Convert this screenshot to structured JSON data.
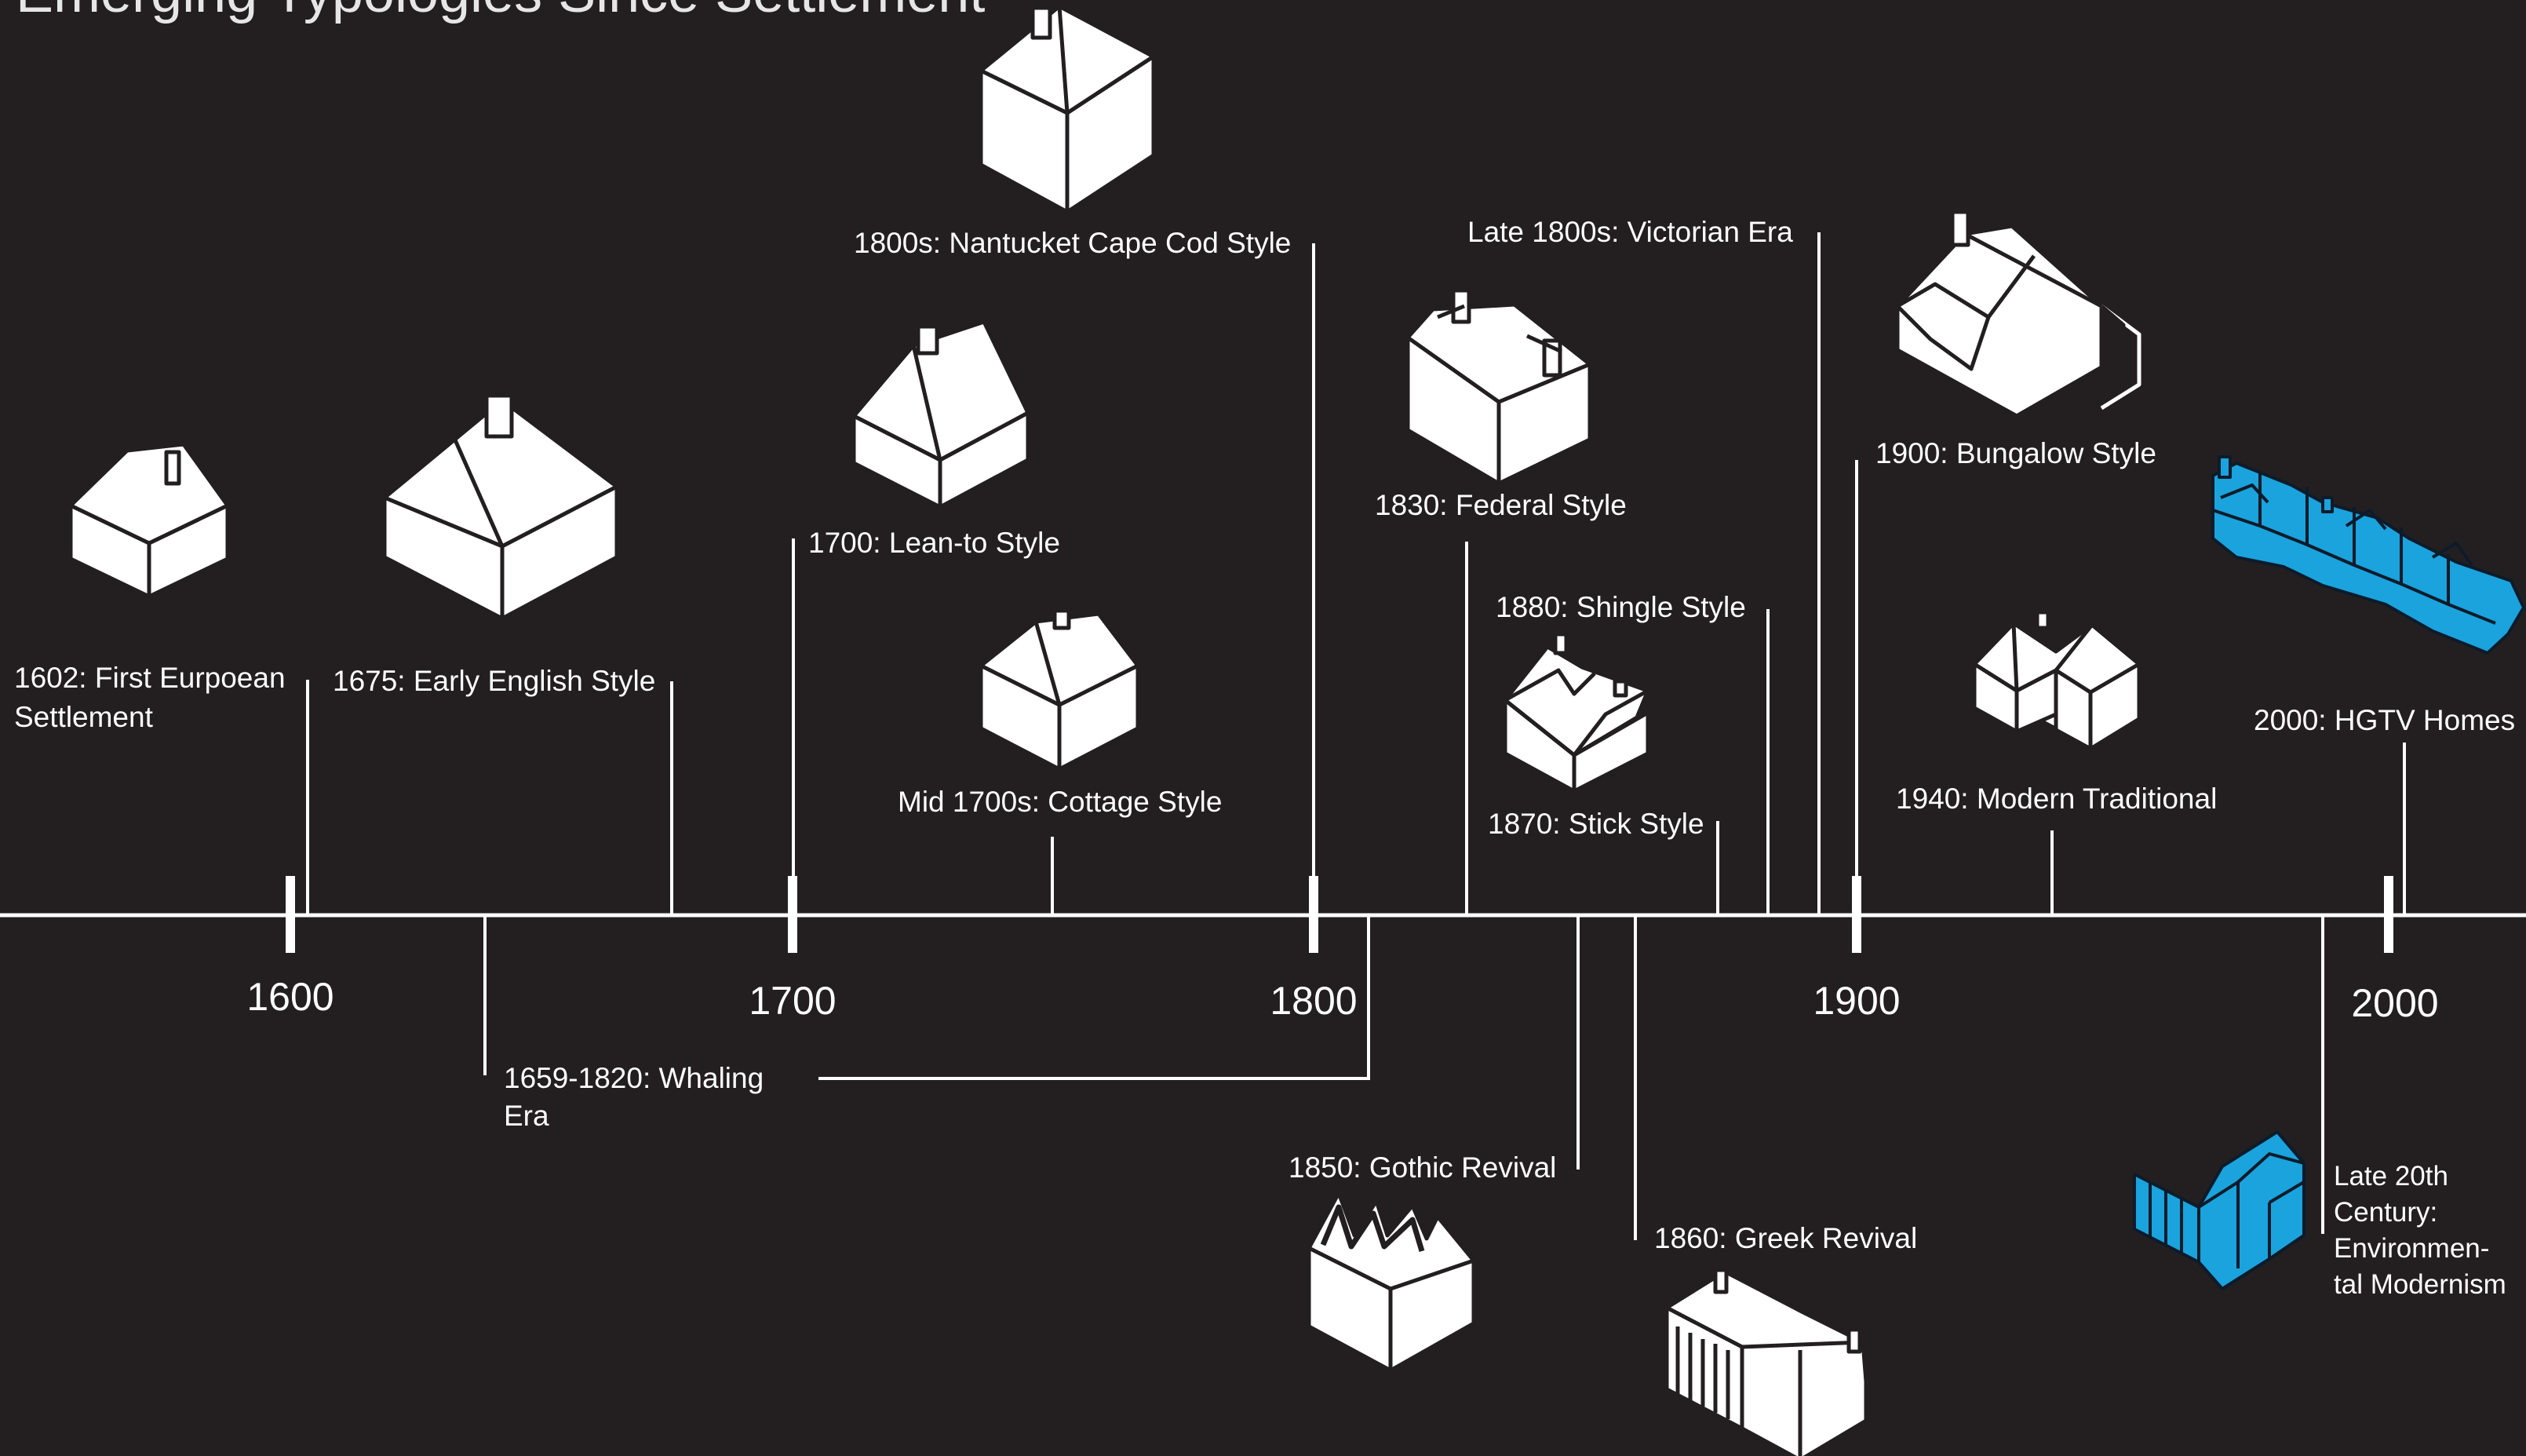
{
  "title": "Emerging Typologies Since Settlement",
  "colors": {
    "background": "#231f20",
    "line": "#ffffff",
    "house_fill": "#ffffff",
    "house_stroke": "#231f20",
    "highlight_fill": "#1aa3dd",
    "highlight_stroke": "#0d1b2a",
    "text": "#ffffff"
  },
  "axis": {
    "ticks": [
      "1600",
      "1700",
      "1800",
      "1900",
      "2000"
    ]
  },
  "events": [
    {
      "id": "first-settlement",
      "lines": [
        "1602: First Eurpoean",
        "Settlement"
      ],
      "highlight": false,
      "icon": "small-gable-house-icon"
    },
    {
      "id": "early-english",
      "lines": [
        "1675: Early English Style"
      ],
      "highlight": false,
      "icon": "large-gable-house-icon"
    },
    {
      "id": "lean-to",
      "lines": [
        "1700: Lean-to Style"
      ],
      "highlight": false,
      "icon": "lean-to-house-icon"
    },
    {
      "id": "cottage",
      "lines": [
        "Mid 1700s: Cottage Style"
      ],
      "highlight": false,
      "icon": "cottage-house-icon"
    },
    {
      "id": "cape-cod",
      "lines": [
        "1800s: Nantucket Cape Cod Style"
      ],
      "highlight": false,
      "icon": "cape-cod-house-icon"
    },
    {
      "id": "federal",
      "lines": [
        "1830: Federal Style"
      ],
      "highlight": false,
      "icon": "federal-house-icon"
    },
    {
      "id": "victorian",
      "lines": [
        "Late 1800s: Victorian Era"
      ],
      "highlight": false,
      "icon": ""
    },
    {
      "id": "shingle",
      "lines": [
        "1880: Shingle Style"
      ],
      "highlight": false,
      "icon": ""
    },
    {
      "id": "stick",
      "lines": [
        "1870: Stick Style"
      ],
      "highlight": false,
      "icon": "stick-style-house-icon"
    },
    {
      "id": "bungalow",
      "lines": [
        "1900: Bungalow Style"
      ],
      "highlight": false,
      "icon": "bungalow-house-icon"
    },
    {
      "id": "modern-traditional",
      "lines": [
        "1940: Modern Traditional"
      ],
      "highlight": false,
      "icon": "modern-traditional-house-icon"
    },
    {
      "id": "hgtv",
      "lines": [
        "2000: HGTV Homes"
      ],
      "highlight": true,
      "icon": "hgtv-home-icon"
    },
    {
      "id": "whaling",
      "lines": [
        "1659-1820: Whaling",
        "Era"
      ],
      "highlight": false,
      "icon": ""
    },
    {
      "id": "gothic",
      "lines": [
        "1850: Gothic Revival"
      ],
      "highlight": false,
      "icon": "gothic-revival-house-icon"
    },
    {
      "id": "greek",
      "lines": [
        "1860: Greek Revival"
      ],
      "highlight": false,
      "icon": "greek-revival-house-icon"
    },
    {
      "id": "environmental",
      "lines": [
        "Late 20th",
        "Century:",
        "Environmen-",
        "tal Modernism"
      ],
      "highlight": true,
      "icon": "environmental-modernism-house-icon"
    }
  ]
}
